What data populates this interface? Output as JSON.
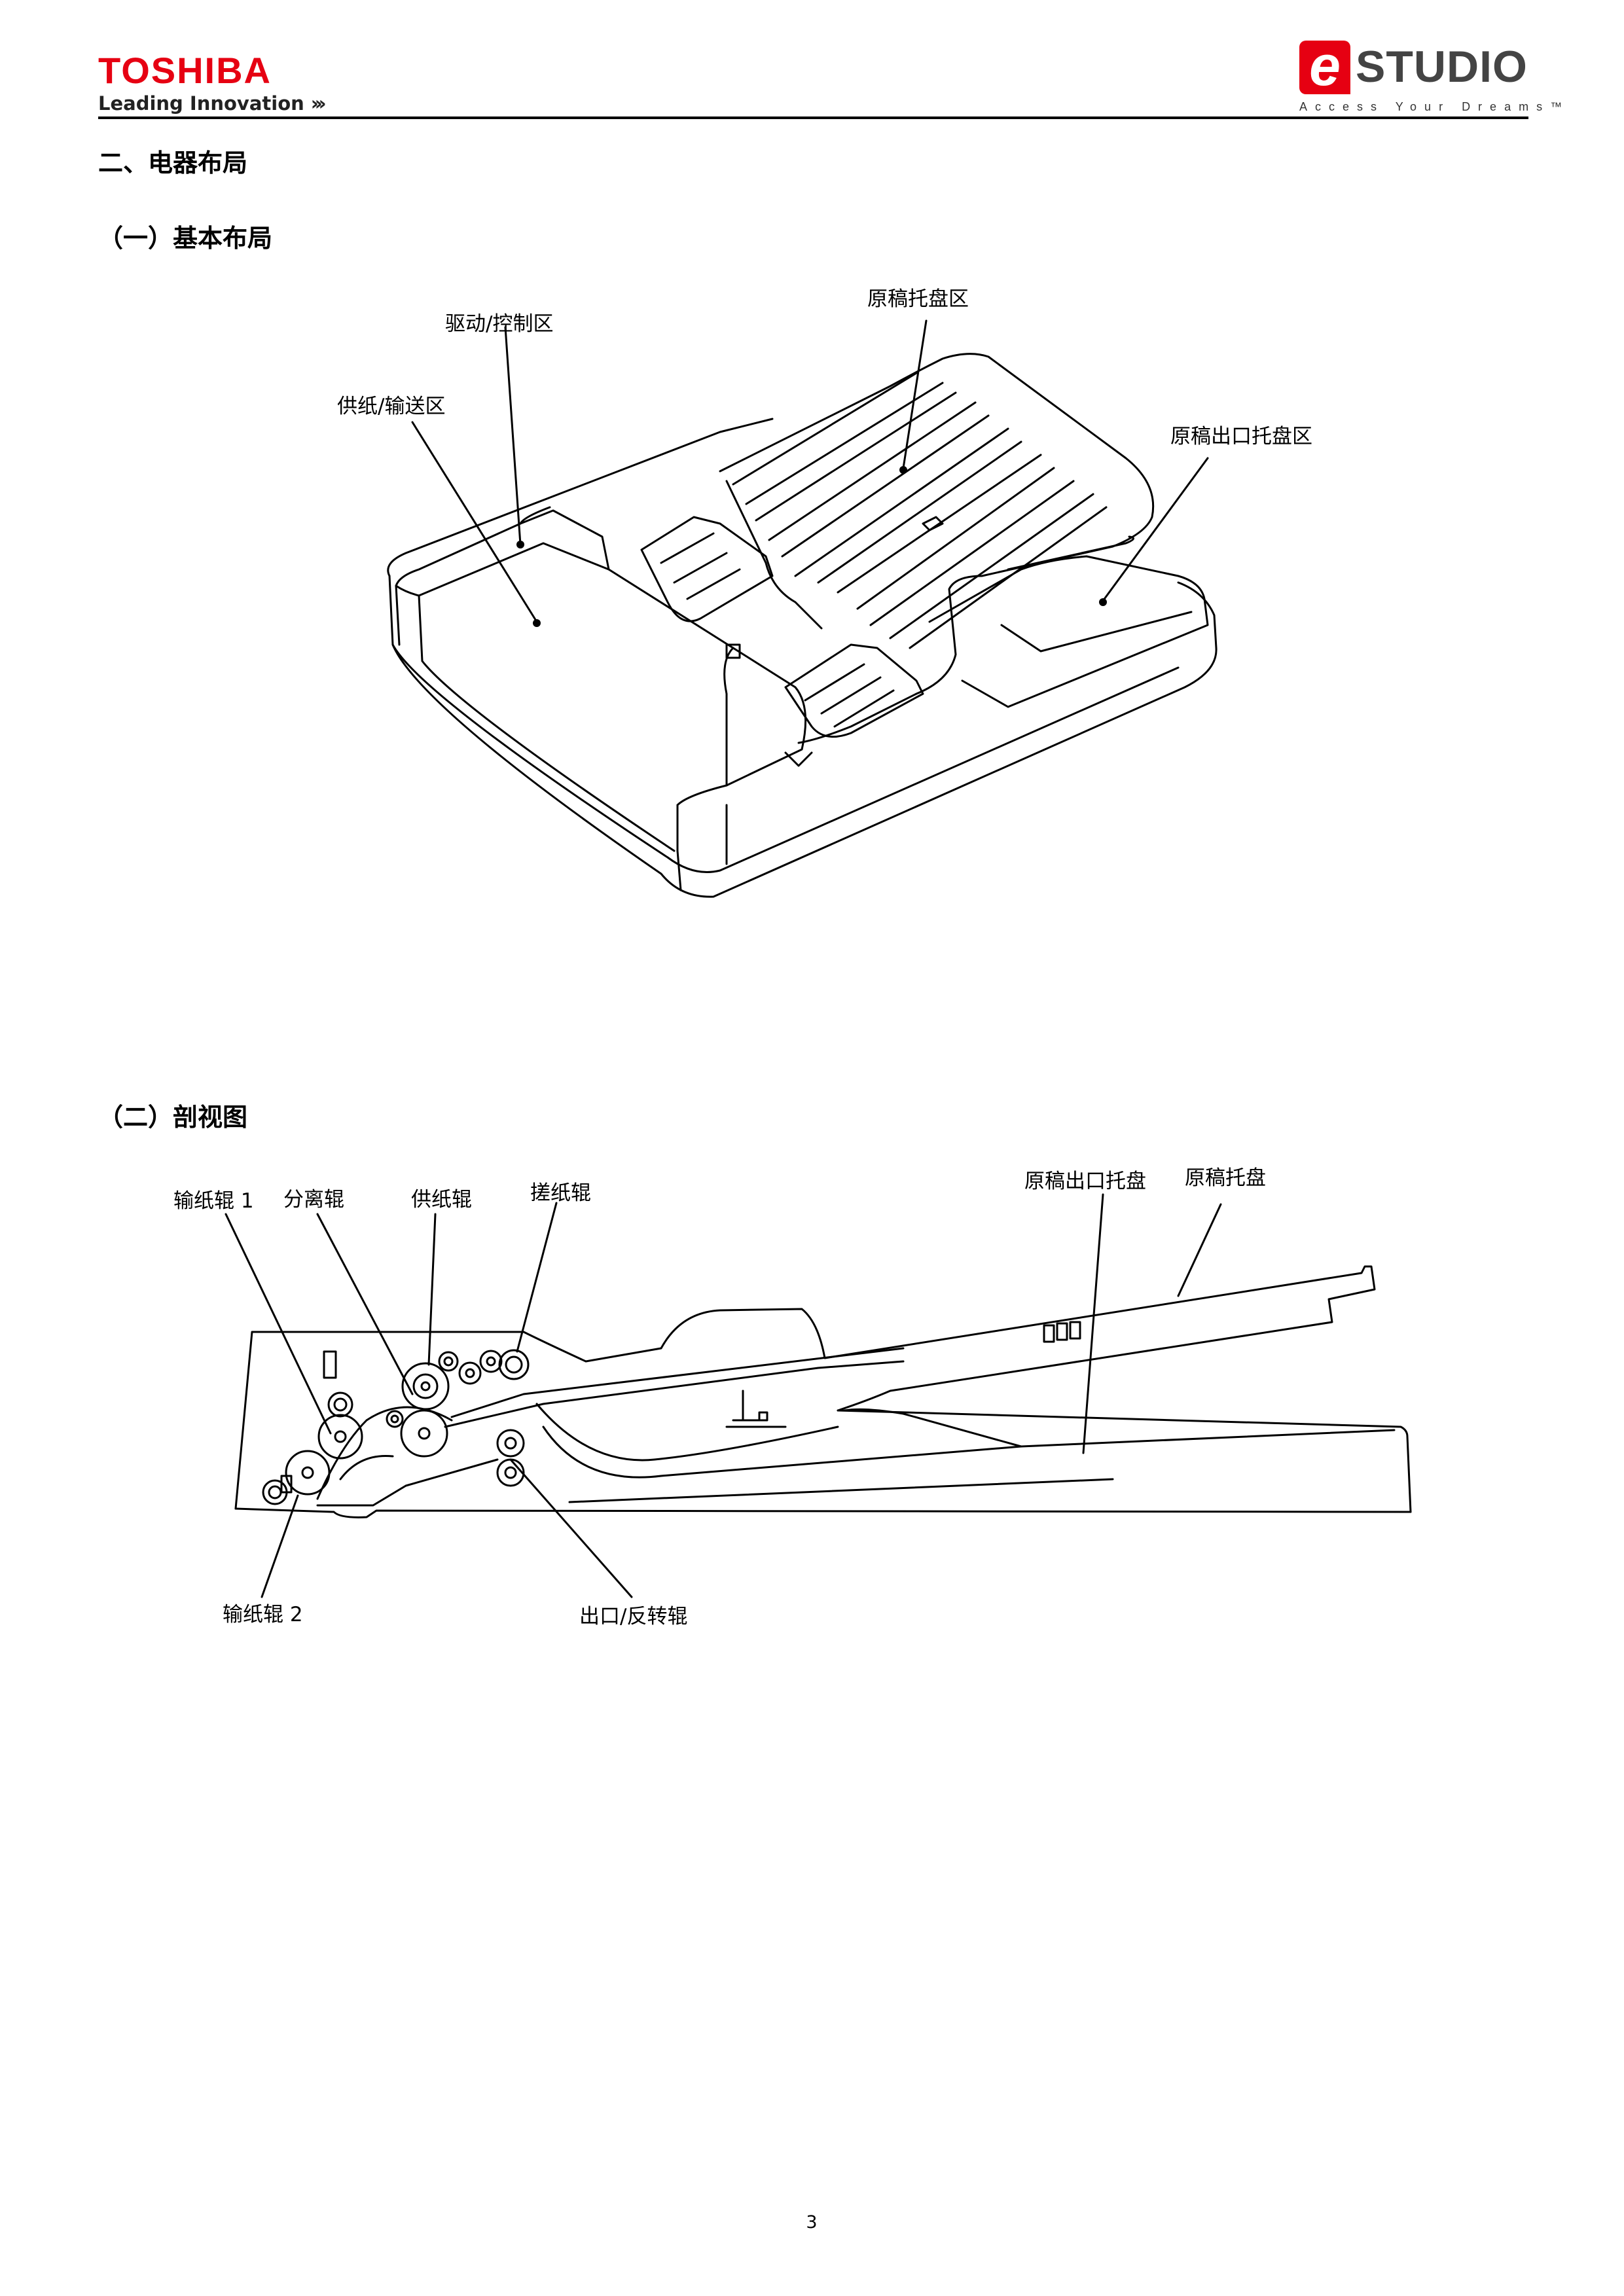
{
  "header": {
    "brand": "TOSHIBA",
    "tagline": "Leading Innovation",
    "tagline_chevrons": "›››",
    "product_logo_e": "e",
    "product_logo_word": "STUDIO",
    "product_tagline": "Access Your Dreams™"
  },
  "section": {
    "title": "二、电器布局",
    "basic": {
      "title": "（一）基本布局",
      "labels": {
        "drive_control": "驱动/控制区",
        "feed_transport": "供纸/输送区",
        "original_tray": "原稿托盘区",
        "exit_tray": "原稿出口托盘区"
      }
    },
    "section_view": {
      "title": "（二）剖视图",
      "labels": {
        "transport_roller_1": "输纸辊 1",
        "separation_roller": "分离辊",
        "feed_roller": "供纸辊",
        "pickup_roller": "搓纸辊",
        "exit_tray": "原稿出口托盘",
        "original_tray": "原稿托盘",
        "transport_roller_2": "输纸辊 2",
        "exit_reverse_roller": "出口/反转辊"
      }
    }
  },
  "footer": {
    "page_number": "3"
  }
}
